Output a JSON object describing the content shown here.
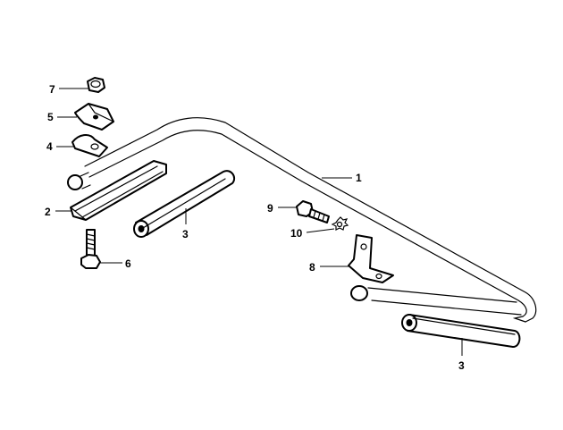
{
  "callouts": {
    "bar": "1",
    "bracket_left": "2",
    "bush_left": "3",
    "bush_right": "3",
    "clamp_lower": "4",
    "clamp_upper": "5",
    "bolt_left": "6",
    "nut": "7",
    "bracket_right": "8",
    "bolt_right": "9",
    "washer": "10"
  },
  "colors": {
    "line": "#000000",
    "background": "#ffffff"
  }
}
